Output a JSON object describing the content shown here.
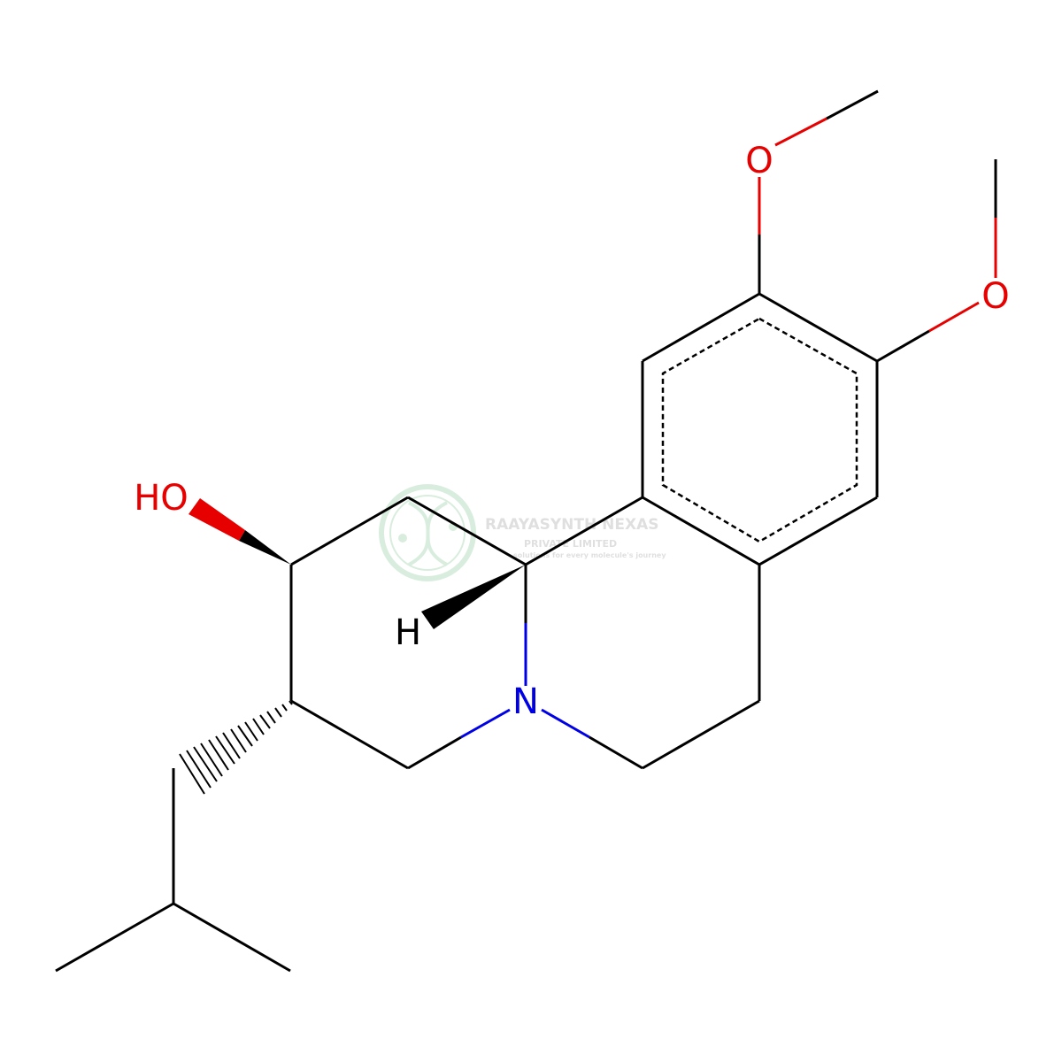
{
  "molecule": {
    "atoms": {
      "o_top": "O",
      "o_right": "O",
      "hydroxyl": "HO",
      "nitrogen": "N",
      "hydrogen": "H"
    },
    "colors": {
      "bond": "#000000",
      "oxygen": "#e60000",
      "nitrogen": "#0000e6",
      "hydrogen": "#000000"
    }
  },
  "watermark": {
    "company": "RAAYASYNTH NEXAS",
    "subtitle": "PRIVATE LIMITED",
    "tagline": "solutions for every molecule's journey",
    "icon": "dna-logo-icon"
  }
}
